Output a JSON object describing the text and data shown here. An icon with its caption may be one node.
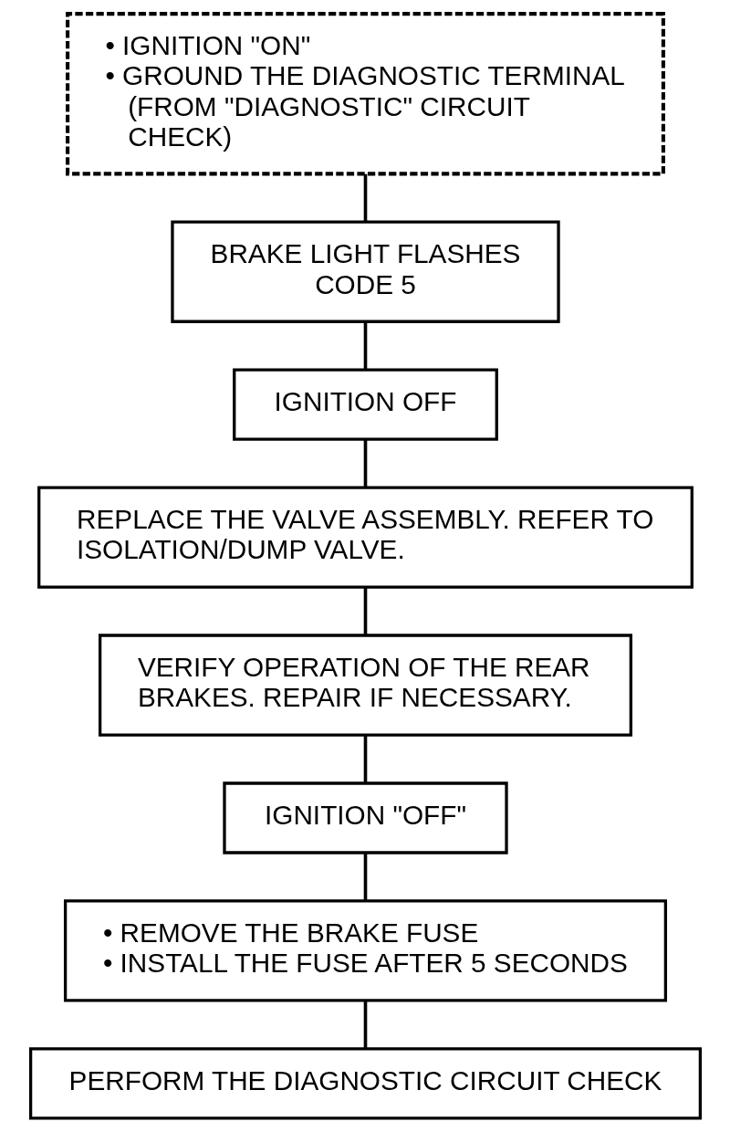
{
  "diagram": {
    "nodes": [
      {
        "text": [
          "• IGNITION \"ON\"",
          "• GROUND THE DIAGNOSTIC TERMINAL (FROM \"DIAGNOSTIC\" CIRCUIT CHECK)"
        ]
      },
      {
        "text": [
          "BRAKE LIGHT FLASHES CODE 5"
        ]
      },
      {
        "text": [
          "IGNITION OFF"
        ]
      },
      {
        "text": [
          "REPLACE THE VALVE ASSEMBLY. REFER TO ISOLATION/DUMP VALVE."
        ]
      },
      {
        "text": [
          "VERIFY OPERATION OF THE REAR BRAKES. REPAIR IF NECESSARY."
        ]
      },
      {
        "text": [
          "IGNITION \"OFF\""
        ]
      },
      {
        "text": [
          "• REMOVE THE BRAKE FUSE",
          "• INSTALL THE FUSE AFTER 5 SECONDS"
        ]
      },
      {
        "text": [
          "PERFORM THE DIAGNOSTIC CIRCUIT CHECK"
        ]
      }
    ],
    "edges": [
      {
        "from": 0,
        "to": 1,
        "arrow": "none"
      },
      {
        "from": 1,
        "to": 2,
        "arrow": "none"
      },
      {
        "from": 2,
        "to": 3,
        "arrow": "none"
      },
      {
        "from": 3,
        "to": 4,
        "arrow": "none"
      },
      {
        "from": 4,
        "to": 5,
        "arrow": "none"
      },
      {
        "from": 5,
        "to": 6,
        "arrow": "none"
      },
      {
        "from": 6,
        "to": 7,
        "arrow": "none"
      }
    ]
  }
}
